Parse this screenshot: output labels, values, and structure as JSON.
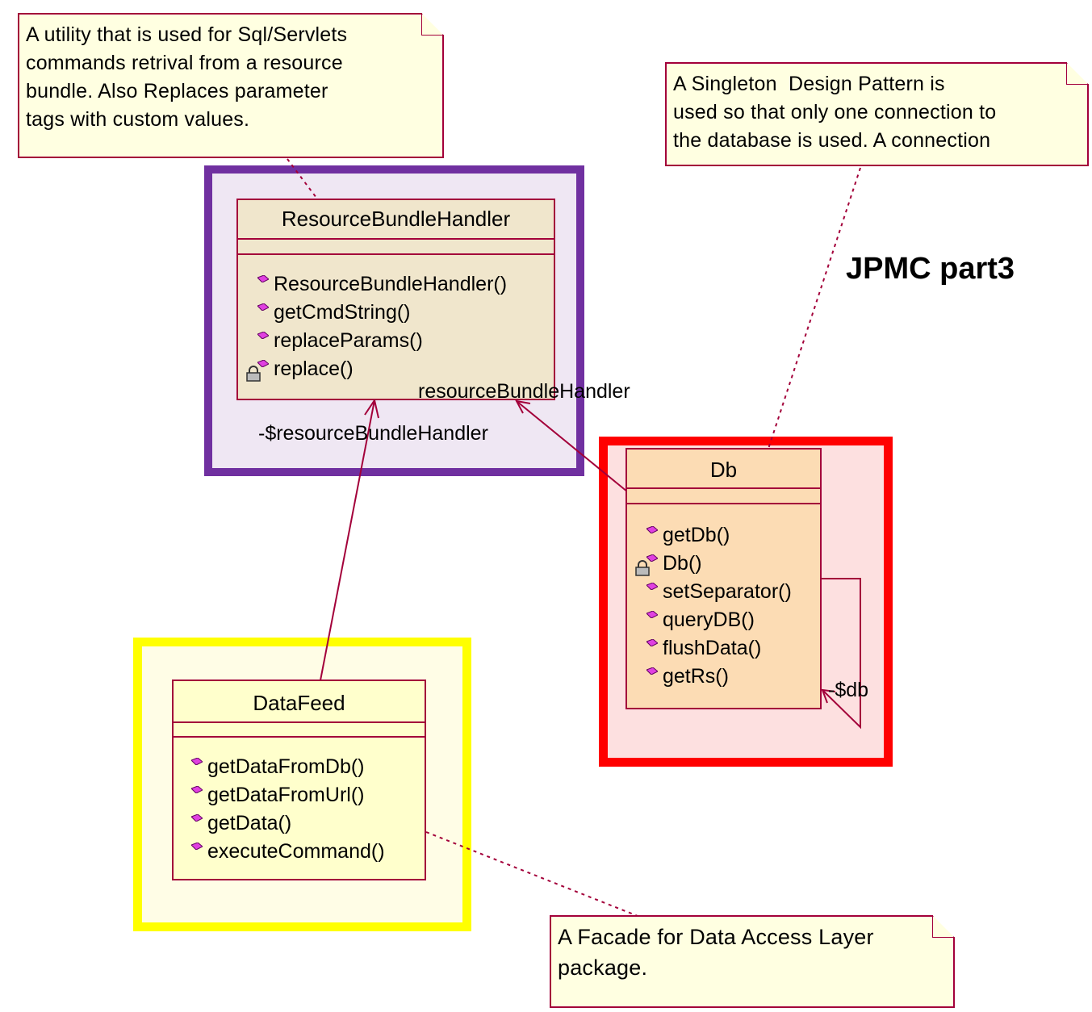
{
  "title": "JPMC part3",
  "notes": {
    "resource_note": "A utility that is used for Sql/Servlets\ncommands retrival from a resource\nbundle. Also Replaces parameter\ntags with custom values.",
    "singleton_note": "A Singleton  Design Pattern is\nused so that only one connection to\nthe database is used. A connection",
    "facade_note": "A Facade for Data Access Layer\npackage."
  },
  "classes": {
    "resource_bundle_handler": {
      "name": "ResourceBundleHandler",
      "operations": [
        "ResourceBundleHandler()",
        "getCmdString()",
        "replaceParams()",
        "replace()"
      ]
    },
    "db": {
      "name": "Db",
      "operations": [
        "getDb()",
        "Db()",
        "setSeparator()",
        "queryDB()",
        "flushData()",
        "getRs()"
      ]
    },
    "data_feed": {
      "name": "DataFeed",
      "operations": [
        "getDataFromDb()",
        "getDataFromUrl()",
        "getData()",
        "executeCommand()"
      ]
    }
  },
  "associations": {
    "db_to_rbh_label": "resourceBundleHandler",
    "datafeed_to_rbh_label": "-$resourceBundleHandler",
    "db_self_label": "-$db"
  },
  "colors": {
    "line": "#a3003a",
    "note_fill": "#ffffe1",
    "purple_frame": "#7030a0",
    "red_frame": "#ff0000",
    "yellow_frame": "#ffff00"
  }
}
